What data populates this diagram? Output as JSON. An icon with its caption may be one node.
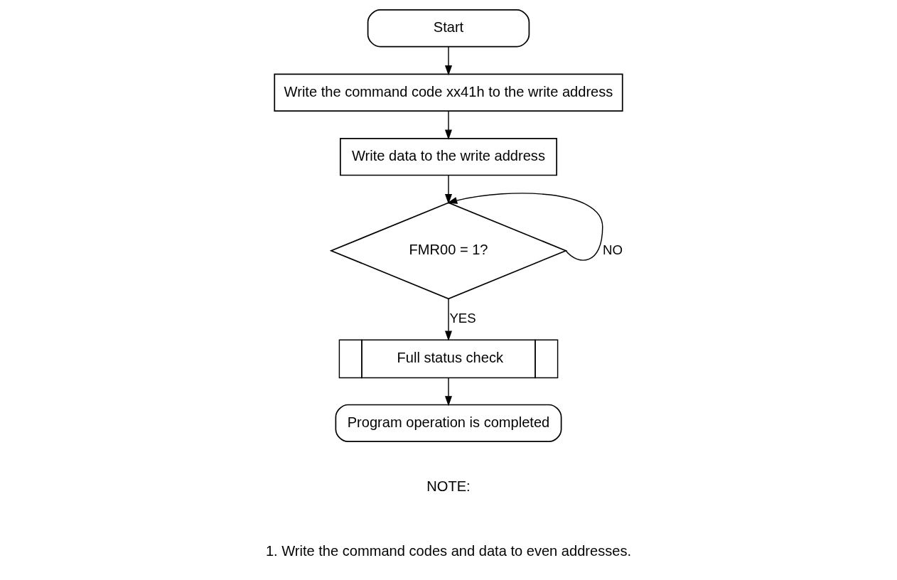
{
  "diagram": {
    "nodes": [
      {
        "text": [
          "Start"
        ]
      },
      {
        "text": [
          "Write the command code xx41h to the write address"
        ]
      },
      {
        "text": [
          "Write data to the write address"
        ]
      },
      {
        "text": [
          "FMR00 = 1?"
        ]
      },
      {
        "text": [
          "Full status check"
        ]
      },
      {
        "text": [
          "Program operation is completed"
        ]
      }
    ],
    "edges": [
      {
        "from": 0,
        "to": 1,
        "arrow": "to"
      },
      {
        "from": 1,
        "to": 2,
        "arrow": "to"
      },
      {
        "from": 2,
        "to": 3,
        "arrow": "to"
      },
      {
        "from": 3,
        "to": 3,
        "arrow": "to",
        "label": "NO"
      },
      {
        "from": 3,
        "to": 4,
        "arrow": "to",
        "label": "YES"
      },
      {
        "from": 4,
        "to": 5,
        "arrow": "to"
      }
    ],
    "labels": [
      "NOTE:",
      "1. Write the command codes and data to even addresses."
    ]
  }
}
